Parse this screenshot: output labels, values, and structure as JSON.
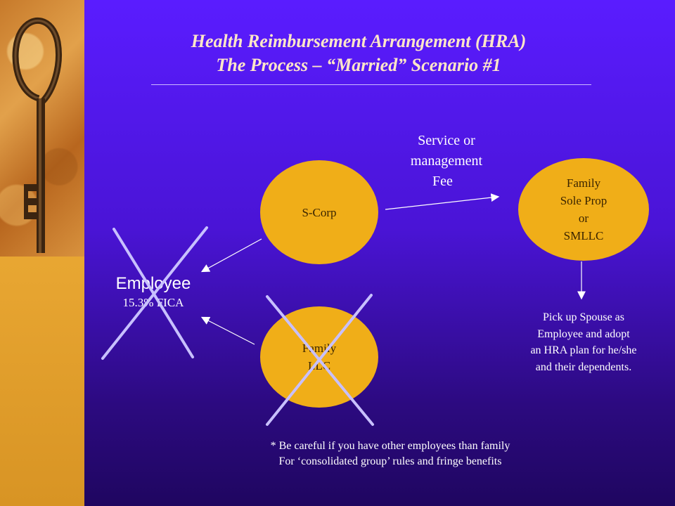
{
  "title": {
    "line1": "Health Reimbursement Arrangement (HRA)",
    "line2": "The Process – “Married” Scenario #1"
  },
  "nodes": {
    "scorp": "S-Corp",
    "family_sole_prop": [
      "Family",
      "Sole Prop",
      "or",
      "SMLLC"
    ],
    "family_llc": [
      "Family",
      "LLC"
    ]
  },
  "labels": {
    "service_fee": [
      "Service or",
      "management",
      "Fee"
    ],
    "employee": "Employee",
    "employee_sub": "15.3% FICA",
    "pickup_note": [
      "Pick up Spouse as",
      "Employee and adopt",
      "an HRA plan for he/she",
      "and their dependents."
    ],
    "footnote": [
      "* Be careful if you have other employees than family",
      "For ‘consolidated group’ rules and fringe benefits"
    ]
  },
  "colors": {
    "background": "#5a1cff",
    "node_fill": "#f0ae18",
    "title_text": "#ffe6c8",
    "cross": "#c8c0ff"
  }
}
